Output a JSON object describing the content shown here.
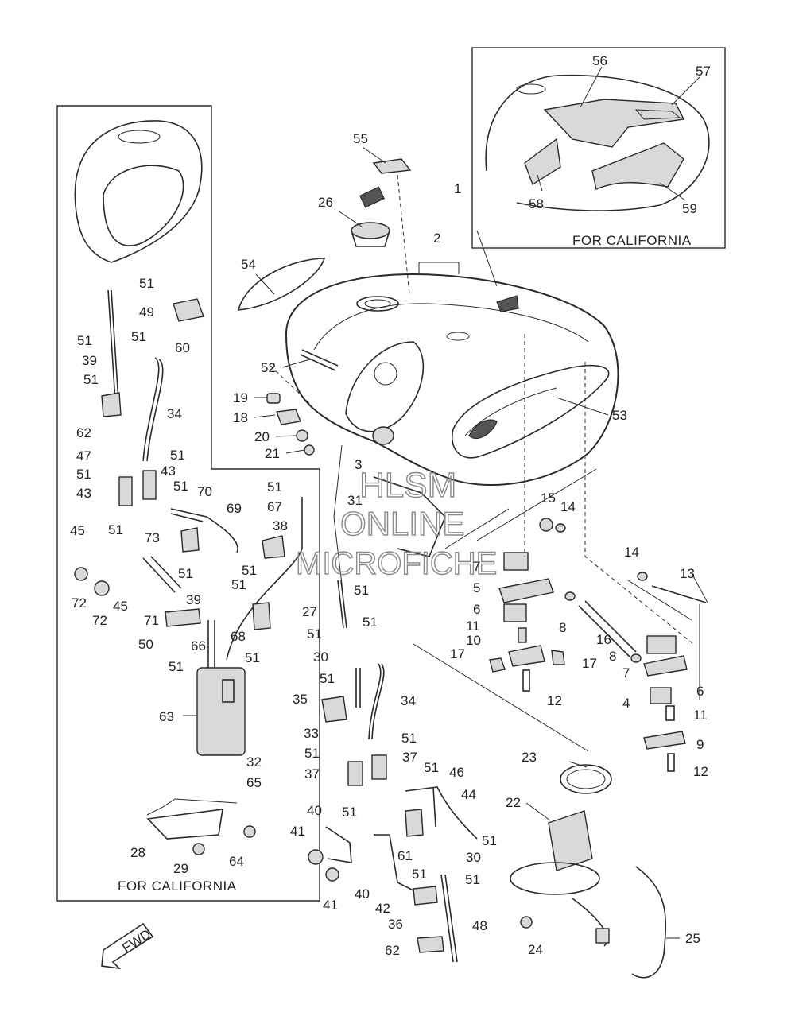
{
  "captions": {
    "california_top": "FOR CALIFORNIA",
    "california_bottom": "FOR CALIFORNIA",
    "fwd": "FWD"
  },
  "watermark": {
    "line1": "HLSM",
    "line2": "ONLINE",
    "line3": "MICROFICHE"
  },
  "callouts": [
    {
      "id": "c56",
      "text": "56"
    },
    {
      "id": "c57",
      "text": "57"
    },
    {
      "id": "c58",
      "text": "58"
    },
    {
      "id": "c59",
      "text": "59"
    },
    {
      "id": "c55",
      "text": "55"
    },
    {
      "id": "c26",
      "text": "26"
    },
    {
      "id": "c1",
      "text": "1"
    },
    {
      "id": "c2",
      "text": "2"
    },
    {
      "id": "c54",
      "text": "54"
    },
    {
      "id": "c52",
      "text": "52"
    },
    {
      "id": "c53",
      "text": "53"
    },
    {
      "id": "c19",
      "text": "19"
    },
    {
      "id": "c18",
      "text": "18"
    },
    {
      "id": "c20",
      "text": "20"
    },
    {
      "id": "c21",
      "text": "21"
    },
    {
      "id": "c3",
      "text": "3"
    },
    {
      "id": "c31",
      "text": "31"
    },
    {
      "id": "c15",
      "text": "15"
    },
    {
      "id": "c14a",
      "text": "14"
    },
    {
      "id": "c14b",
      "text": "14"
    },
    {
      "id": "c13",
      "text": "13"
    },
    {
      "id": "c7a",
      "text": "7"
    },
    {
      "id": "c5",
      "text": "5"
    },
    {
      "id": "c6a",
      "text": "6"
    },
    {
      "id": "c8a",
      "text": "8"
    },
    {
      "id": "c16",
      "text": "16"
    },
    {
      "id": "c8b",
      "text": "8"
    },
    {
      "id": "c11a",
      "text": "11"
    },
    {
      "id": "c10",
      "text": "10"
    },
    {
      "id": "c17a",
      "text": "17"
    },
    {
      "id": "c17b",
      "text": "17"
    },
    {
      "id": "c12a",
      "text": "12"
    },
    {
      "id": "c7b",
      "text": "7"
    },
    {
      "id": "c4",
      "text": "4"
    },
    {
      "id": "c6b",
      "text": "6"
    },
    {
      "id": "c11b",
      "text": "11"
    },
    {
      "id": "c9",
      "text": "9"
    },
    {
      "id": "c12b",
      "text": "12"
    },
    {
      "id": "c23",
      "text": "23"
    },
    {
      "id": "c22",
      "text": "22"
    },
    {
      "id": "c24",
      "text": "24"
    },
    {
      "id": "c25",
      "text": "25"
    },
    {
      "id": "c51a",
      "text": "51"
    },
    {
      "id": "c49",
      "text": "49"
    },
    {
      "id": "c51b",
      "text": "51"
    },
    {
      "id": "c51c",
      "text": "51"
    },
    {
      "id": "c39a",
      "text": "39"
    },
    {
      "id": "c51d",
      "text": "51"
    },
    {
      "id": "c60",
      "text": "60"
    },
    {
      "id": "c34a",
      "text": "34"
    },
    {
      "id": "c62a",
      "text": "62"
    },
    {
      "id": "c47",
      "text": "47"
    },
    {
      "id": "c51e",
      "text": "51"
    },
    {
      "id": "c51f",
      "text": "51"
    },
    {
      "id": "c43a",
      "text": "43"
    },
    {
      "id": "c43b",
      "text": "43"
    },
    {
      "id": "c51g",
      "text": "51"
    },
    {
      "id": "c70",
      "text": "70"
    },
    {
      "id": "c51h",
      "text": "51"
    },
    {
      "id": "c67",
      "text": "67"
    },
    {
      "id": "c69",
      "text": "69"
    },
    {
      "id": "c45a",
      "text": "45"
    },
    {
      "id": "c51i",
      "text": "51"
    },
    {
      "id": "c73",
      "text": "73"
    },
    {
      "id": "c38",
      "text": "38"
    },
    {
      "id": "c51j",
      "text": "51"
    },
    {
      "id": "c51k",
      "text": "51"
    },
    {
      "id": "c72a",
      "text": "72"
    },
    {
      "id": "c72b",
      "text": "72"
    },
    {
      "id": "c45b",
      "text": "45"
    },
    {
      "id": "c39b",
      "text": "39"
    },
    {
      "id": "c51l",
      "text": "51"
    },
    {
      "id": "c71",
      "text": "71"
    },
    {
      "id": "c50",
      "text": "50"
    },
    {
      "id": "c66",
      "text": "66"
    },
    {
      "id": "c68",
      "text": "68"
    },
    {
      "id": "c51m",
      "text": "51"
    },
    {
      "id": "c51n",
      "text": "51"
    },
    {
      "id": "c63",
      "text": "63"
    },
    {
      "id": "c32",
      "text": "32"
    },
    {
      "id": "c65",
      "text": "65"
    },
    {
      "id": "c28",
      "text": "28"
    },
    {
      "id": "c29",
      "text": "29"
    },
    {
      "id": "c64",
      "text": "64"
    },
    {
      "id": "c51o",
      "text": "51"
    },
    {
      "id": "c27",
      "text": "27"
    },
    {
      "id": "c51p",
      "text": "51"
    },
    {
      "id": "c51q",
      "text": "51"
    },
    {
      "id": "c30a",
      "text": "30"
    },
    {
      "id": "c51r",
      "text": "51"
    },
    {
      "id": "c35",
      "text": "35"
    },
    {
      "id": "c34b",
      "text": "34"
    },
    {
      "id": "c33",
      "text": "33"
    },
    {
      "id": "c51s",
      "text": "51"
    },
    {
      "id": "c51t",
      "text": "51"
    },
    {
      "id": "c37a",
      "text": "37"
    },
    {
      "id": "c37b",
      "text": "37"
    },
    {
      "id": "c51u",
      "text": "51"
    },
    {
      "id": "c46",
      "text": "46"
    },
    {
      "id": "c44",
      "text": "44"
    },
    {
      "id": "c40a",
      "text": "40"
    },
    {
      "id": "c51v",
      "text": "51"
    },
    {
      "id": "c41a",
      "text": "41"
    },
    {
      "id": "c51w",
      "text": "51"
    },
    {
      "id": "c61",
      "text": "61"
    },
    {
      "id": "c30b",
      "text": "30"
    },
    {
      "id": "c51x",
      "text": "51"
    },
    {
      "id": "c51y",
      "text": "51"
    },
    {
      "id": "c41b",
      "text": "41"
    },
    {
      "id": "c40b",
      "text": "40"
    },
    {
      "id": "c42",
      "text": "42"
    },
    {
      "id": "c36",
      "text": "36"
    },
    {
      "id": "c48",
      "text": "48"
    },
    {
      "id": "c62b",
      "text": "62"
    }
  ]
}
